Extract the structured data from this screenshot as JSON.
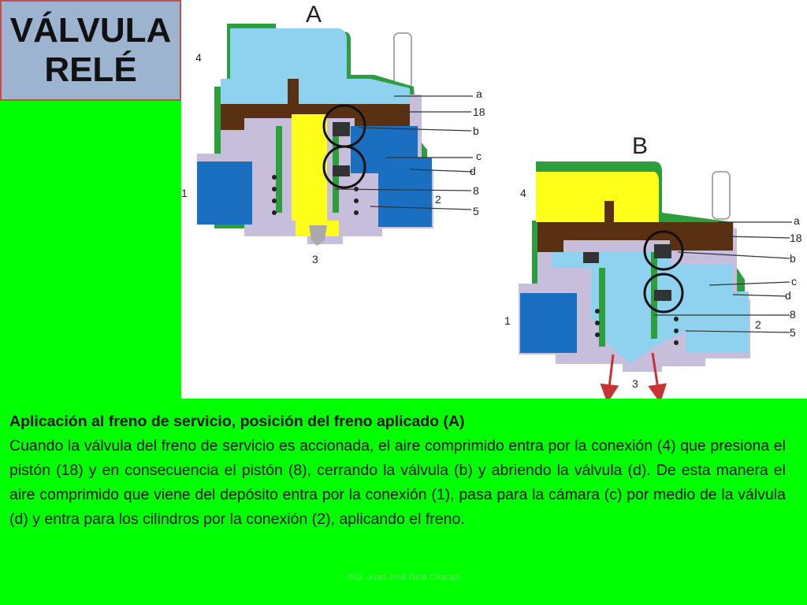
{
  "slide": {
    "title_line1": "VÁLVULA",
    "title_line2": "RELÉ"
  },
  "diagram_a": {
    "label": "A",
    "callouts": {
      "c4": "4",
      "c1": "1",
      "c3": "3",
      "ca": "a",
      "c18": "18",
      "cb": "b",
      "cc": "c",
      "cd": "d",
      "c8": "8",
      "c2": "2",
      "c5": "5"
    }
  },
  "diagram_b": {
    "label": "B",
    "callouts": {
      "c4": "4",
      "c1": "1",
      "c3": "3",
      "ca": "a",
      "c18": "18",
      "cb": "b",
      "cc": "c",
      "cd": "d",
      "c8": "8",
      "c2": "2",
      "c5": "5"
    }
  },
  "colors": {
    "background": "#00ff00",
    "air_light_blue": "#8ed2f0",
    "air_dark_blue": "#1a6fc0",
    "piston_brown": "#5a3012",
    "pressure_yellow": "#ffff1a",
    "housing_lavender": "#c6bedb",
    "seal_green": "#2d9e3c",
    "exhaust_arrow_red": "#c83232"
  },
  "description": {
    "heading": "Aplicación al freno de servicio, posición del freno aplicado (A)",
    "body": "Cuando la válvula del freno de servicio es accionada, el aire comprimido entra por la conexión (4) que presiona el pistón (18) y en consecuencia el pistón (8), cerrando la válvula (b) y abriendo la válvula (d). De esta manera el aire comprimido que viene del depósito entra por la conexión (1), pasa para la cámara (c) por medio de la válvula (d) y entra para los cilindros por la conexión (2), aplicando el freno."
  },
  "footer": {
    "author": "ING. Juan José Nina Charaja"
  }
}
